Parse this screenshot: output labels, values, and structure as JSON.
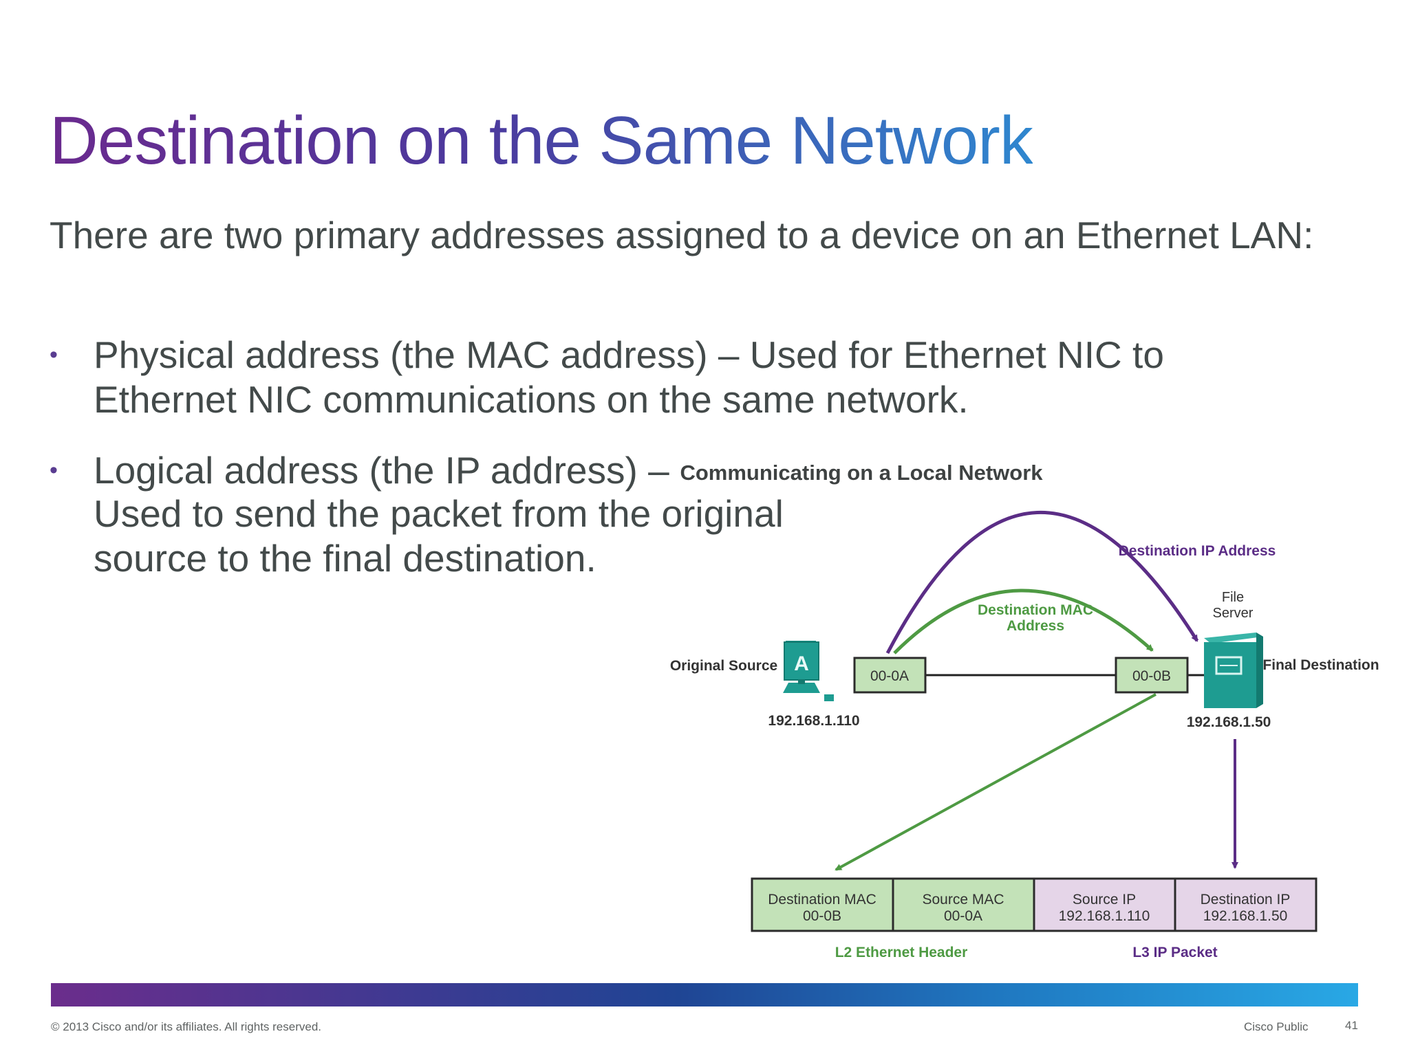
{
  "slide": {
    "title": "Destination on the Same Network",
    "intro": "There are two primary addresses assigned to a device on an Ethernet LAN:",
    "bullets": [
      {
        "lines": [
          "Physical address (the MAC address) – Used for Ethernet NIC to",
          "Ethernet NIC communications on the same network."
        ]
      },
      {
        "lines": [
          "Logical address (the IP address) –",
          "Used to send the packet from the original",
          "source to the final destination."
        ]
      }
    ],
    "bullet_glyph": "•"
  },
  "diagram": {
    "title": "Communicating on a Local Network",
    "original_source_label": "Original Source",
    "pc_letter": "A",
    "source_ip": "192.168.1.110",
    "source_mac": "00-0A",
    "dest_mac": "00-0B",
    "server_label": [
      "File",
      "Server"
    ],
    "final_destination_label": "Final Destination",
    "dest_ip": "192.168.1.50",
    "dest_ip_arc_label": "Destination IP Address",
    "dest_mac_arc_label": [
      "Destination MAC",
      "Address"
    ],
    "frame": [
      {
        "lines": [
          "Destination MAC",
          "00-0B"
        ],
        "group": "l2"
      },
      {
        "lines": [
          "Source MAC",
          "00-0A"
        ],
        "group": "l2"
      },
      {
        "lines": [
          "Source IP",
          "192.168.1.110"
        ],
        "group": "l3"
      },
      {
        "lines": [
          "Destination IP",
          "192.168.1.50"
        ],
        "group": "l3"
      }
    ],
    "l2_label": "L2 Ethernet Header",
    "l3_label": "L3 IP Packet",
    "icons": [
      "pc-icon",
      "file-server-icon"
    ],
    "colors": {
      "green": "#4e9a43",
      "purple": "#5b2d86",
      "green_fill": "#c3e2b8",
      "purple_fill": "#e5d5e8",
      "teal": "#1e9c91"
    }
  },
  "footer": {
    "copyright": "© 2013 Cisco and/or its affiliates. All rights reserved.",
    "classification": "Cisco Public",
    "page": "41"
  }
}
